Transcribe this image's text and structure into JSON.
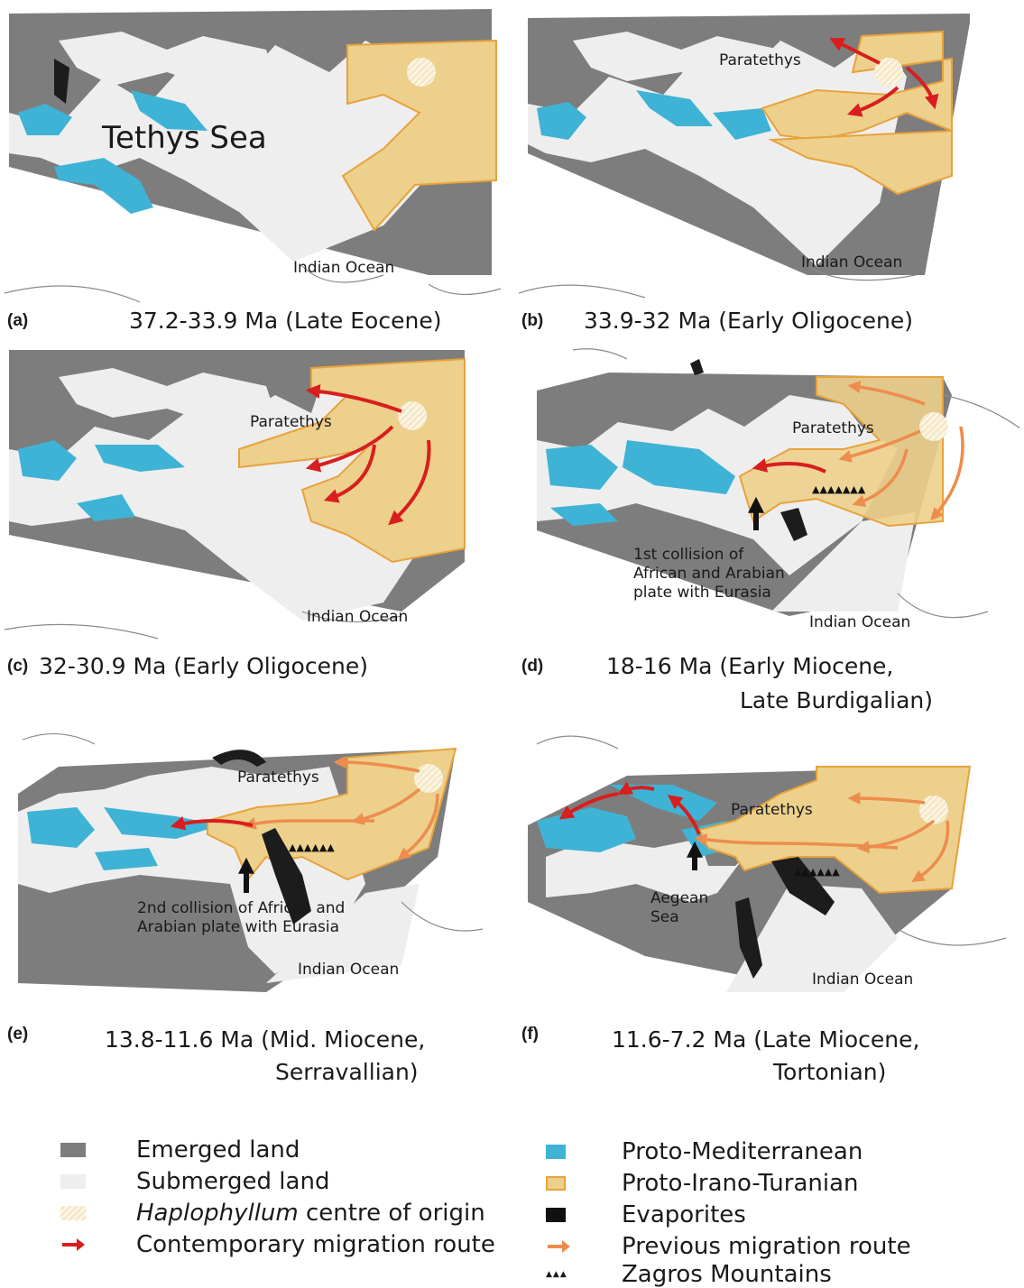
{
  "colors": {
    "emerged_land": "#7d7d7d",
    "submerged_land": "#eeeeee",
    "proto_mediterranean": "#3fb3d5",
    "proto_irano_turanian": "#ecd08c",
    "irano_turanian_border": "#e8a23c",
    "evaporites": "#1c1c1c",
    "contemporary_route": "#d81e1e",
    "previous_route": "#ee8c4e",
    "coastline": "#8a8a8a"
  },
  "panels": [
    {
      "label": "(a)",
      "caption_line1": "37.2-33.9 Ma (Late Eocene)",
      "caption_line2": "",
      "map_labels": {
        "sea": "Tethys Sea",
        "ocean": "Indian Ocean"
      }
    },
    {
      "label": "(b)",
      "caption_line1": "33.9-32 Ma (Early Oligocene)",
      "caption_line2": "",
      "map_labels": {
        "paratethys": "Paratethys",
        "ocean": "Indian Ocean"
      }
    },
    {
      "label": "(c)",
      "caption_line1": "32-30.9 Ma (Early Oligocene)",
      "caption_line2": "",
      "map_labels": {
        "paratethys": "Paratethys",
        "ocean": "Indian Ocean"
      }
    },
    {
      "label": "(d)",
      "caption_line1": "18-16 Ma (Early Miocene,",
      "caption_line2": "Late Burdigalian)",
      "map_labels": {
        "paratethys": "Paratethys",
        "ocean": "Indian Ocean",
        "annotation": "1st collision of African and Arabian plate with Eurasia"
      }
    },
    {
      "label": "(e)",
      "caption_line1": "13.8-11.6 Ma (Mid. Miocene,",
      "caption_line2": "Serravallian)",
      "map_labels": {
        "paratethys": "Paratethys",
        "ocean": "Indian Ocean",
        "annotation": "2nd collision of African and Arabian plate with Eurasia"
      }
    },
    {
      "label": "(f)",
      "caption_line1": "11.6-7.2 Ma (Late Miocene,",
      "caption_line2": "Tortonian)",
      "map_labels": {
        "paratethys": "Paratethys",
        "ocean": "Indian Ocean",
        "annotation": "Aegean Sea"
      }
    }
  ],
  "legend": {
    "emerged_land": "Emerged land",
    "submerged_land": "Submerged land",
    "centre_of_origin_italic": "Haplophyllum",
    "centre_of_origin_rest": " centre of origin",
    "contemporary_route": "Contemporary migration route",
    "proto_mediterranean": "Proto-Mediterranean",
    "proto_irano_turanian": "Proto-Irano-Turanian",
    "evaporites": "Evaporites",
    "previous_route": "Previous migration route",
    "zagros": "Zagros Mountains"
  }
}
